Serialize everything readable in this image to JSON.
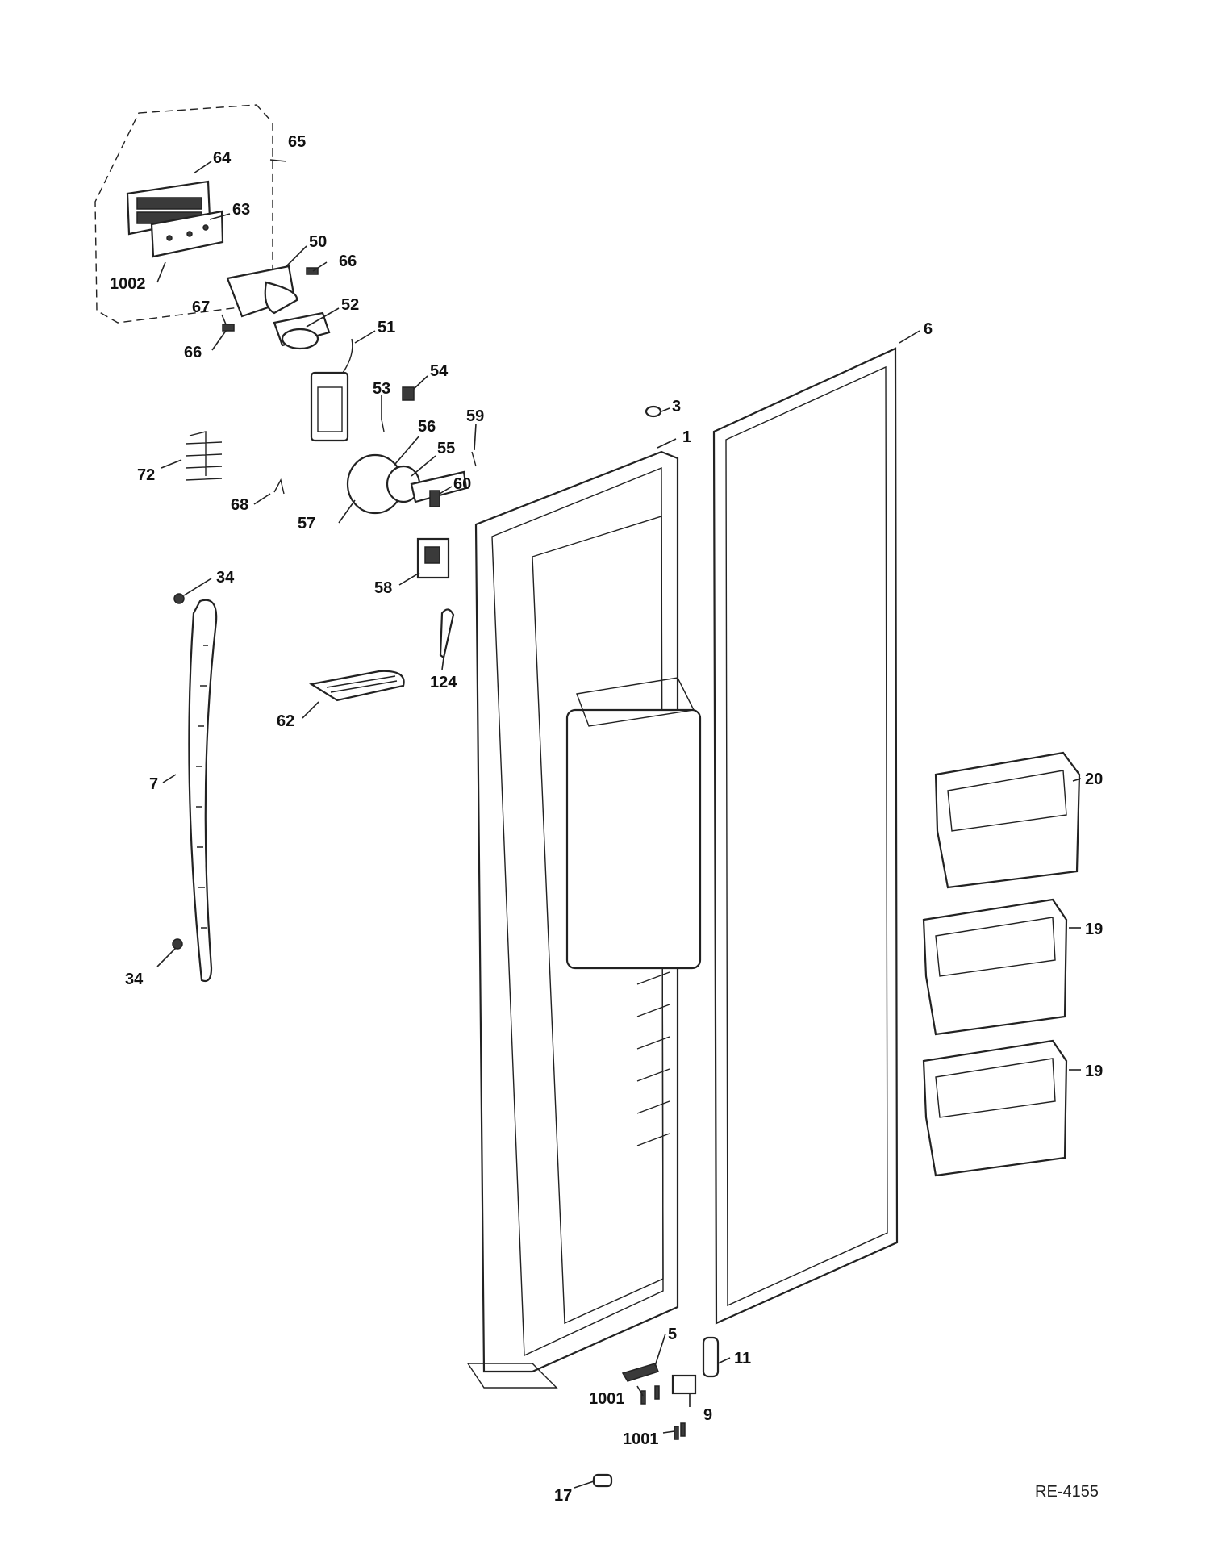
{
  "callouts": {
    "c1": "1",
    "c3": "3",
    "c5": "5",
    "c6": "6",
    "c7": "7",
    "c9": "9",
    "c11": "11",
    "c17": "17",
    "c19a": "19",
    "c19b": "19",
    "c20": "20",
    "c34a": "34",
    "c34b": "34",
    "c50": "50",
    "c51": "51",
    "c52": "52",
    "c53": "53",
    "c54": "54",
    "c55": "55",
    "c56": "56",
    "c57": "57",
    "c58": "58",
    "c59": "59",
    "c60": "60",
    "c62": "62",
    "c63": "63",
    "c64": "64",
    "c65": "65",
    "c66a": "66",
    "c66b": "66",
    "c67": "67",
    "c68": "68",
    "c72": "72",
    "c124": "124",
    "c1001a": "1001",
    "c1001b": "1001",
    "c1002": "1002"
  },
  "reference_code": "RE-4155"
}
